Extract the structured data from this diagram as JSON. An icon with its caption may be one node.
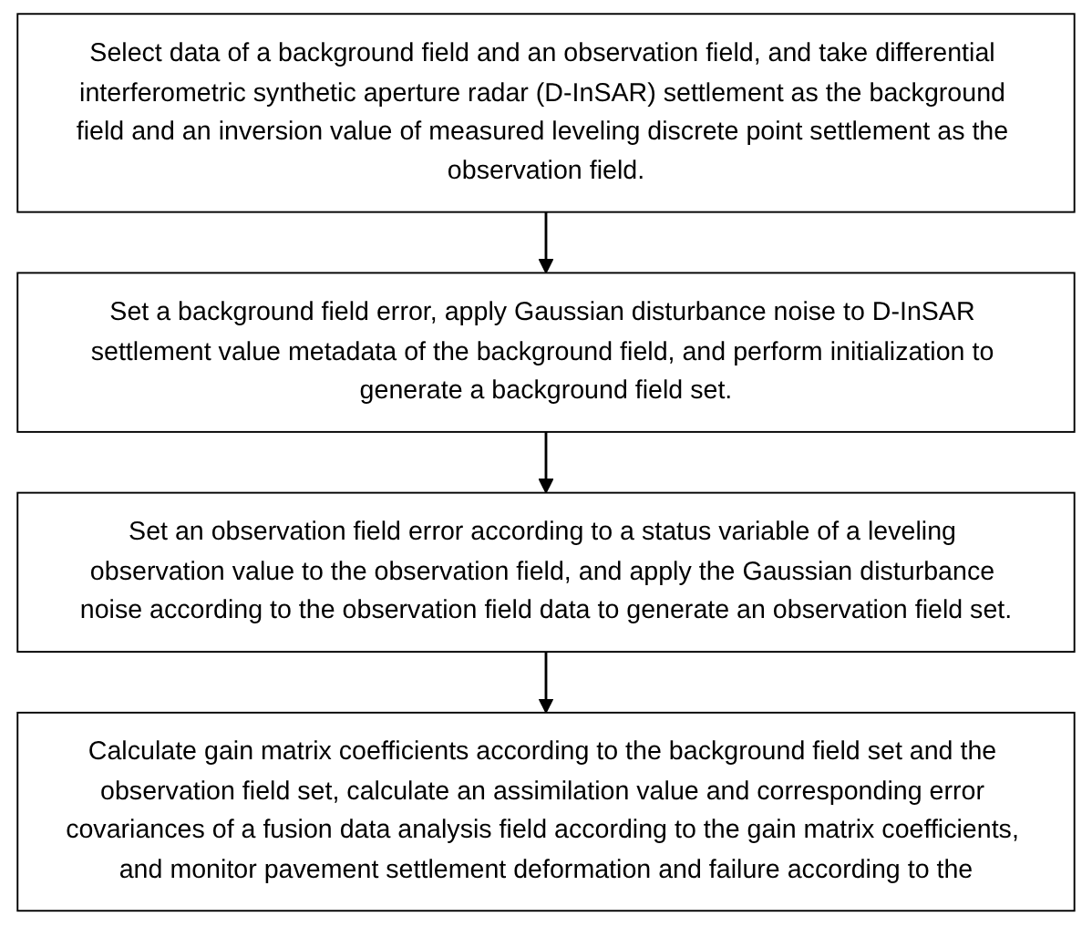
{
  "diagram": {
    "nodes": [
      {
        "text": [
          "Select data of a background field and an observation field, and take differential interferometric synthetic aperture radar (D-InSAR) settlement as the background field and an inversion value of measured leveling discrete point settlement as the observation field."
        ]
      },
      {
        "text": [
          "Set a background field error, apply Gaussian disturbance noise to D-InSAR settlement value metadata of the background field, and perform initialization to generate a background field set."
        ]
      },
      {
        "text": [
          "Set an observation field error according to a status variable of a leveling observation value to the observation field, and apply the Gaussian disturbance noise according to the observation field data to generate an observation field set."
        ]
      },
      {
        "text": [
          "Calculate gain matrix coefficients according to the background field set and the observation field set, calculate an assimilation value and corresponding error covariances of a fusion data analysis field according to the gain matrix coefficients, and monitor pavement settlement deformation and failure according to the"
        ]
      }
    ],
    "edges": [
      {
        "from": 0,
        "to": 1,
        "arrow": "to"
      },
      {
        "from": 1,
        "to": 2,
        "arrow": "to"
      },
      {
        "from": 2,
        "to": 3,
        "arrow": "to"
      }
    ]
  }
}
